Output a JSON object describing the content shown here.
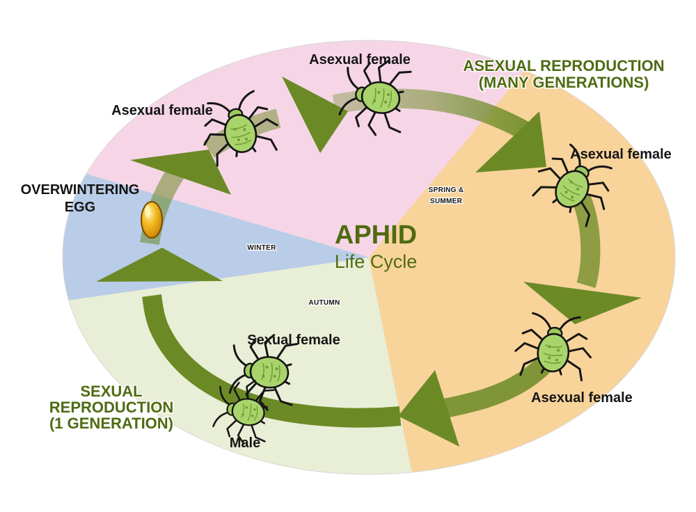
{
  "title": {
    "main": "APHID",
    "sub": "Life Cycle"
  },
  "seasons": {
    "spring_summer": [
      "SPRING &",
      "SUMMER"
    ],
    "winter": "WINTER",
    "autumn": "AUTUMN"
  },
  "phases": {
    "asexual": [
      "ASEXUAL REPRODUCTION",
      "(MANY GENERATIONS)"
    ],
    "sexual": [
      "SEXUAL",
      "REPRODUCTION",
      "(1 GENERATION)"
    ],
    "egg": [
      "OVERWINTERING",
      "EGG"
    ]
  },
  "stages": [
    "Asexual female",
    "Asexual female",
    "Asexual female",
    "Asexual female",
    "Sexual female",
    "Male"
  ],
  "colors": {
    "spring_summer_pink": "#f6d6e6",
    "summer_orange": "#f8d39a",
    "winter_blue": "#b9cde8",
    "autumn_green": "#e9eed6",
    "arrow_green": "#6b8a26",
    "aphid_body": "#a9d46b",
    "egg_yellow": "#f0b21a",
    "title_green": "#4f6b12"
  },
  "icons": [
    "aphid-icon",
    "egg-icon",
    "cycle-arrow-icon"
  ]
}
